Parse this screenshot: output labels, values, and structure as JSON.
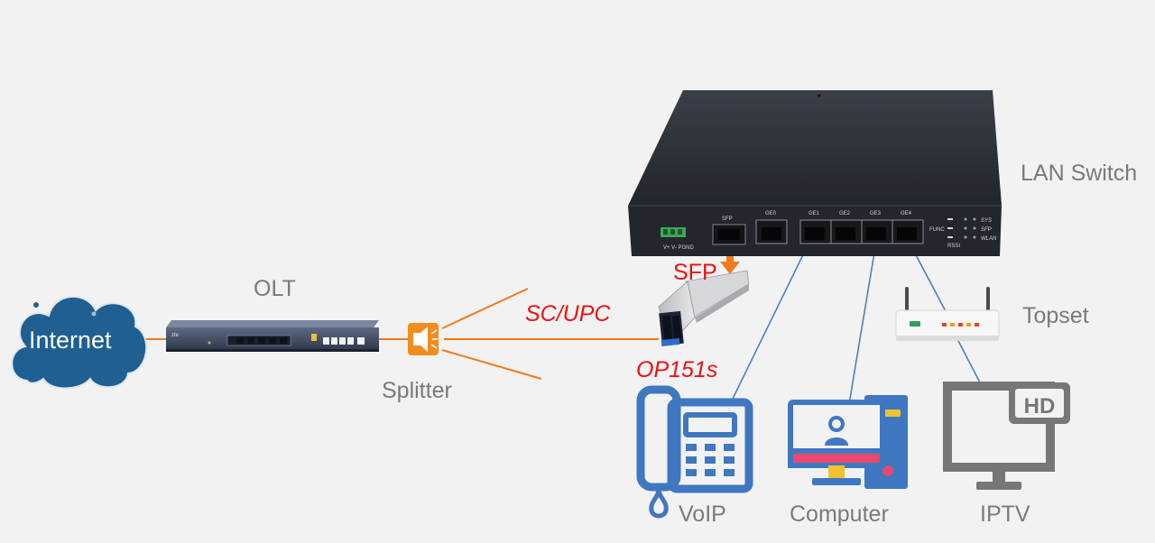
{
  "labels": {
    "internet": "Internet",
    "olt": "OLT",
    "splitter": "Splitter",
    "sc_upc": "SC/UPC",
    "sfp": "SFP",
    "op151s": "OP151s",
    "lan_switch": "LAN Switch",
    "topset": "Topset",
    "voip": "VoIP",
    "computer": "Computer",
    "iptv": "IPTV",
    "hd": "HD"
  },
  "switch_panel": {
    "power": "V+  V-  PGND",
    "sfp": "SFP",
    "ports": [
      "GE0",
      "GE1",
      "GE2",
      "GE3",
      "GE4"
    ],
    "indicators": [
      "SYS",
      "SFP",
      "WLAN"
    ],
    "func": "FUNC",
    "rssi": "RSSI"
  },
  "olt_brand": "zte",
  "colors": {
    "fiber": "#f07a1e",
    "ethernet": "#4f7fb8",
    "label_gray": "#7a7a7a",
    "label_red": "#ee1111",
    "cloud": "#1f5f91",
    "device_blue": "#3f78c0",
    "switch_body": "#2b2f36"
  }
}
